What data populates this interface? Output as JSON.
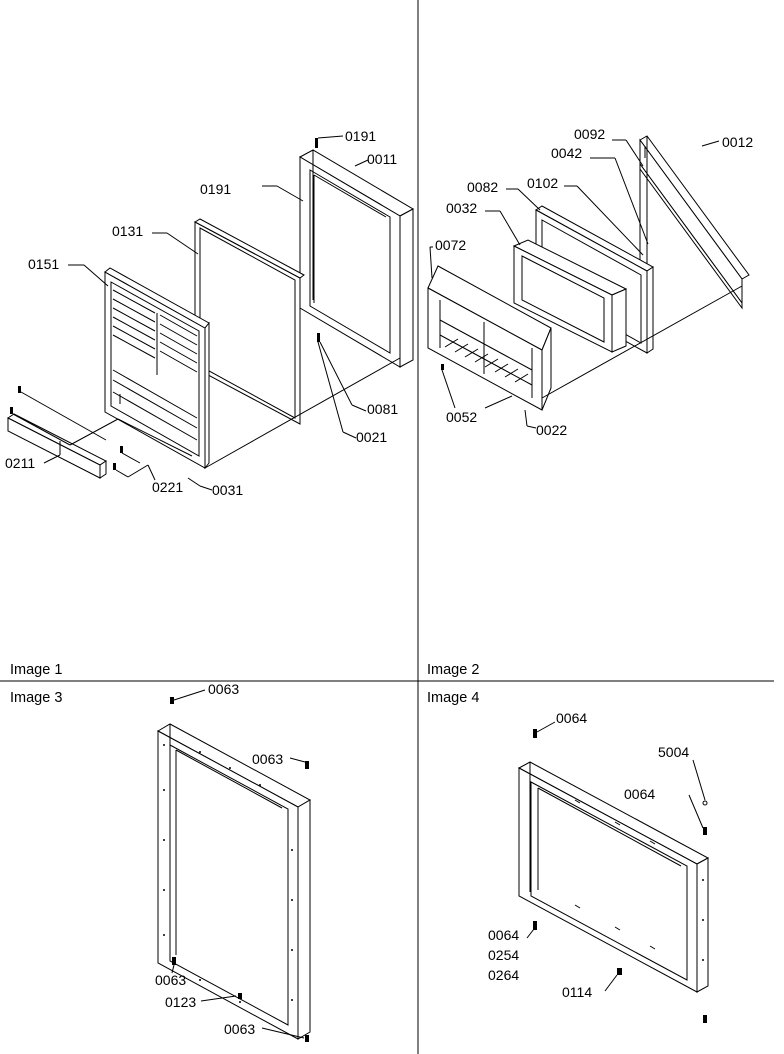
{
  "panels": [
    {
      "caption": "Image 1",
      "callouts": [
        "0191",
        "0011",
        "0191",
        "0131",
        "0151",
        "0081",
        "0021",
        "0211",
        "0221",
        "0031"
      ]
    },
    {
      "caption": "Image 2",
      "callouts": [
        "0092",
        "0012",
        "0042",
        "0082",
        "0102",
        "0032",
        "0072",
        "0052",
        "0022"
      ]
    },
    {
      "caption": "Image 3",
      "callouts": [
        "0063",
        "0063",
        "0063",
        "0123",
        "0063"
      ]
    },
    {
      "caption": "Image 4",
      "callouts": [
        "0064",
        "5004",
        "0064",
        "0064",
        "0254",
        "0264",
        "0114"
      ]
    }
  ]
}
